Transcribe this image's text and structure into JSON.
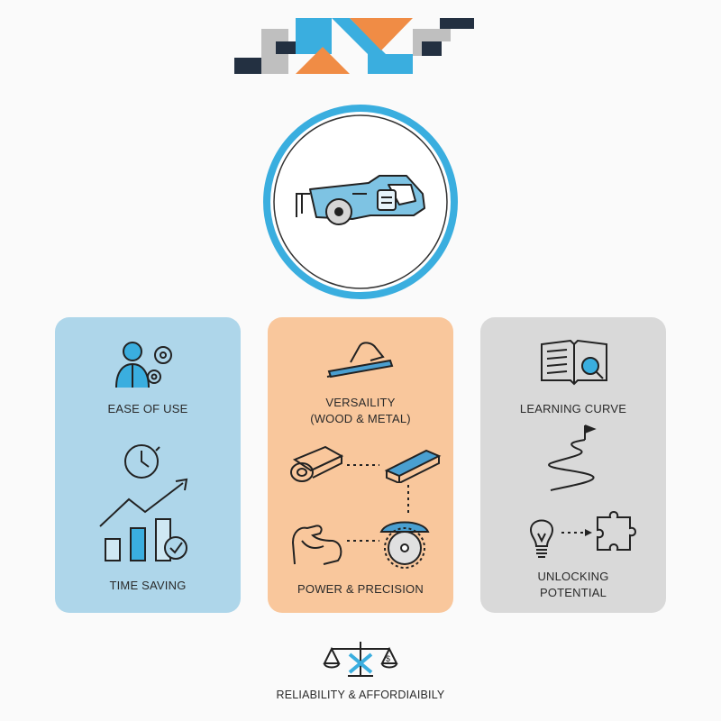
{
  "cards": [
    {
      "id": "blue",
      "top_label": "EASE OF USE",
      "bottom_label": "TIME SAVING"
    },
    {
      "id": "orange",
      "top_label": "VERSAILITY",
      "top_label_line2": "(WOOD & METAL)",
      "bottom_label": "POWER & PRECISION"
    },
    {
      "id": "gray",
      "top_label": "LEARNING CURVE",
      "bottom_label": "UNLOCKING",
      "bottom_label_line2": "POTENTIAL"
    }
  ],
  "footer": {
    "label": "RELIABILITY & AFFORDIAIBILY"
  },
  "colors": {
    "blue": "#3aaedf",
    "orange": "#f08c45",
    "navy": "#233041",
    "gray": "#bfbfbf",
    "card_blue": "#aed6ea",
    "card_orange": "#f9c79c",
    "card_gray": "#d9d9d9"
  },
  "icons": [
    "logo-mark",
    "reciprocating-saw-icon",
    "user-gears-icon",
    "clock-icon",
    "growth-chart-icon",
    "hand-plank-icon",
    "log-icon",
    "metal-bar-icon",
    "flexed-arm-icon",
    "circular-saw-icon",
    "open-book-search-icon",
    "winding-path-flag-icon",
    "lightbulb-icon",
    "puzzle-piece-icon",
    "scales-tools-icon"
  ]
}
